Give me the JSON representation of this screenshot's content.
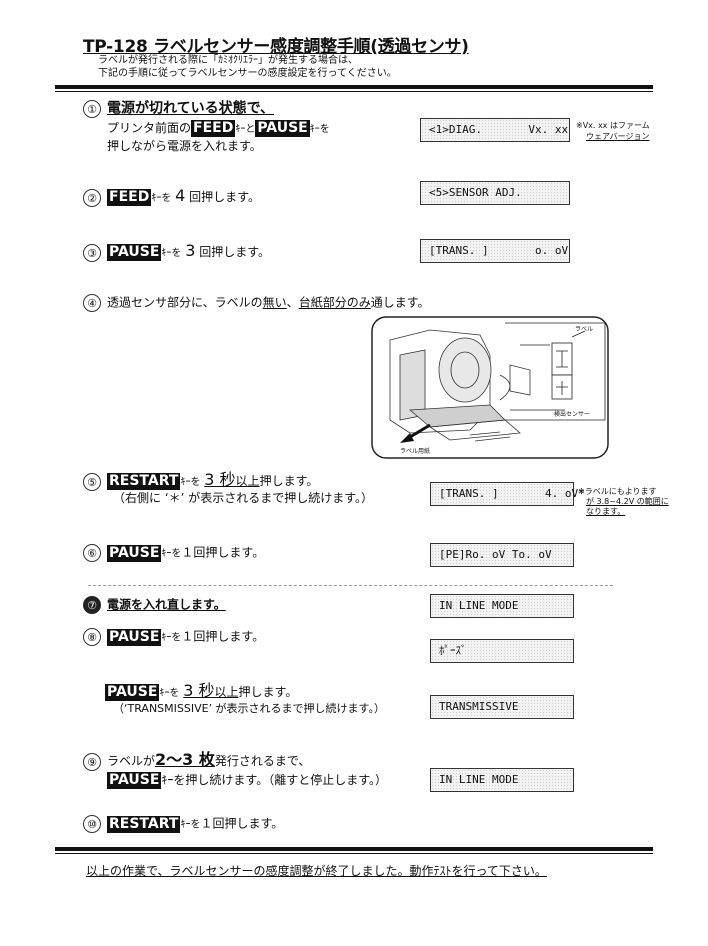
{
  "title": "TP-128 ラベルセンサー感度調整手順(透過センサ)",
  "intro": [
    "ラベルが発行される際に「ｶﾐｵｸﾘｴﾗｰ」が発生する場合は、",
    "下記の手順に従ってラベルセンサーの感度設定を行ってください。"
  ],
  "steps": {
    "s1": {
      "num": "①",
      "line1": "電源が切れている状態で、",
      "line2_pre": "プリンタ前面の",
      "key1": "FEED",
      "line2_mid": "ｷｰと",
      "key2": "PAUSE",
      "line2_post": "ｷｰを",
      "line3": "押しながら電源を入れます。",
      "display": "<1>DIAG.       Vx. xx",
      "note": [
        "※Vx. xx はファーム",
        "ウェアバージョン"
      ]
    },
    "s2": {
      "num": "②",
      "key": "FEED",
      "suffix": "ｷｰを",
      "count": "4",
      "tail": "回押します。",
      "display": "<5>SENSOR ADJ."
    },
    "s3": {
      "num": "③",
      "key": "PAUSE",
      "suffix": "ｷｰを",
      "count": "3",
      "tail": "回押します。",
      "display": "[TRANS. ]       o. oV"
    },
    "s4": {
      "num": "④",
      "pre": "透過センサ部分に、ラベルの",
      "u1": "無い",
      "mid": "、",
      "u2": "台紙部分のみ",
      "post": "通します。"
    },
    "s5": {
      "num": "⑤",
      "key": "RESTART",
      "suffix": "ｷｰを",
      "big": "3 秒",
      "ul": "以上",
      "tail": "押します。",
      "line2": "（右側に ‘＊’ が表示されるまで押し続けます。）",
      "display": "[TRANS. ]       4. oV*",
      "note": [
        "※ラベルにもよります",
        "が 3.8~4.2V の範囲に",
        "なります。"
      ]
    },
    "s6": {
      "num": "⑥",
      "key": "PAUSE",
      "suffix": "ｷｰを",
      "tail": "１回押します。",
      "display": "[PE]Ro. oV To. oV"
    },
    "s7": {
      "num": "⑦",
      "text": "電源を入れ直します。",
      "display": "IN LINE MODE"
    },
    "s8": {
      "num": "⑧",
      "key": "PAUSE",
      "suffix": "ｷｰを",
      "tail": "１回押します。",
      "display": "ﾎﾟｰｽﾞ"
    },
    "s8b": {
      "key": "PAUSE",
      "suffix": "ｷｰを",
      "big": "3 秒",
      "ul": "以上",
      "tail": "押します。",
      "line2": "（‘TRANSMISSIVE’ が表示されるまで押し続けます。）",
      "display": "TRANSMISSIVE"
    },
    "s9": {
      "num": "⑨",
      "pre": "ラベルが",
      "big": "2〜3 枚",
      "post": "発行されるまで、",
      "key": "PAUSE",
      "tail": "ｷｰを押し続けます。（離すと停止します。）",
      "display": "IN LINE MODE"
    },
    "s10": {
      "num": "⑩",
      "key": "RESTART",
      "suffix": "ｷｰを",
      "tail": "１回押します。"
    }
  },
  "figure": {
    "label_top": "ラベル",
    "label_sensor": "検出センサー",
    "label_paper": "ラベル用紙"
  },
  "footer": "以上の作業で、ラベルセンサーの感度調整が終了しました。動作ﾃｽﾄを行って下さい。"
}
